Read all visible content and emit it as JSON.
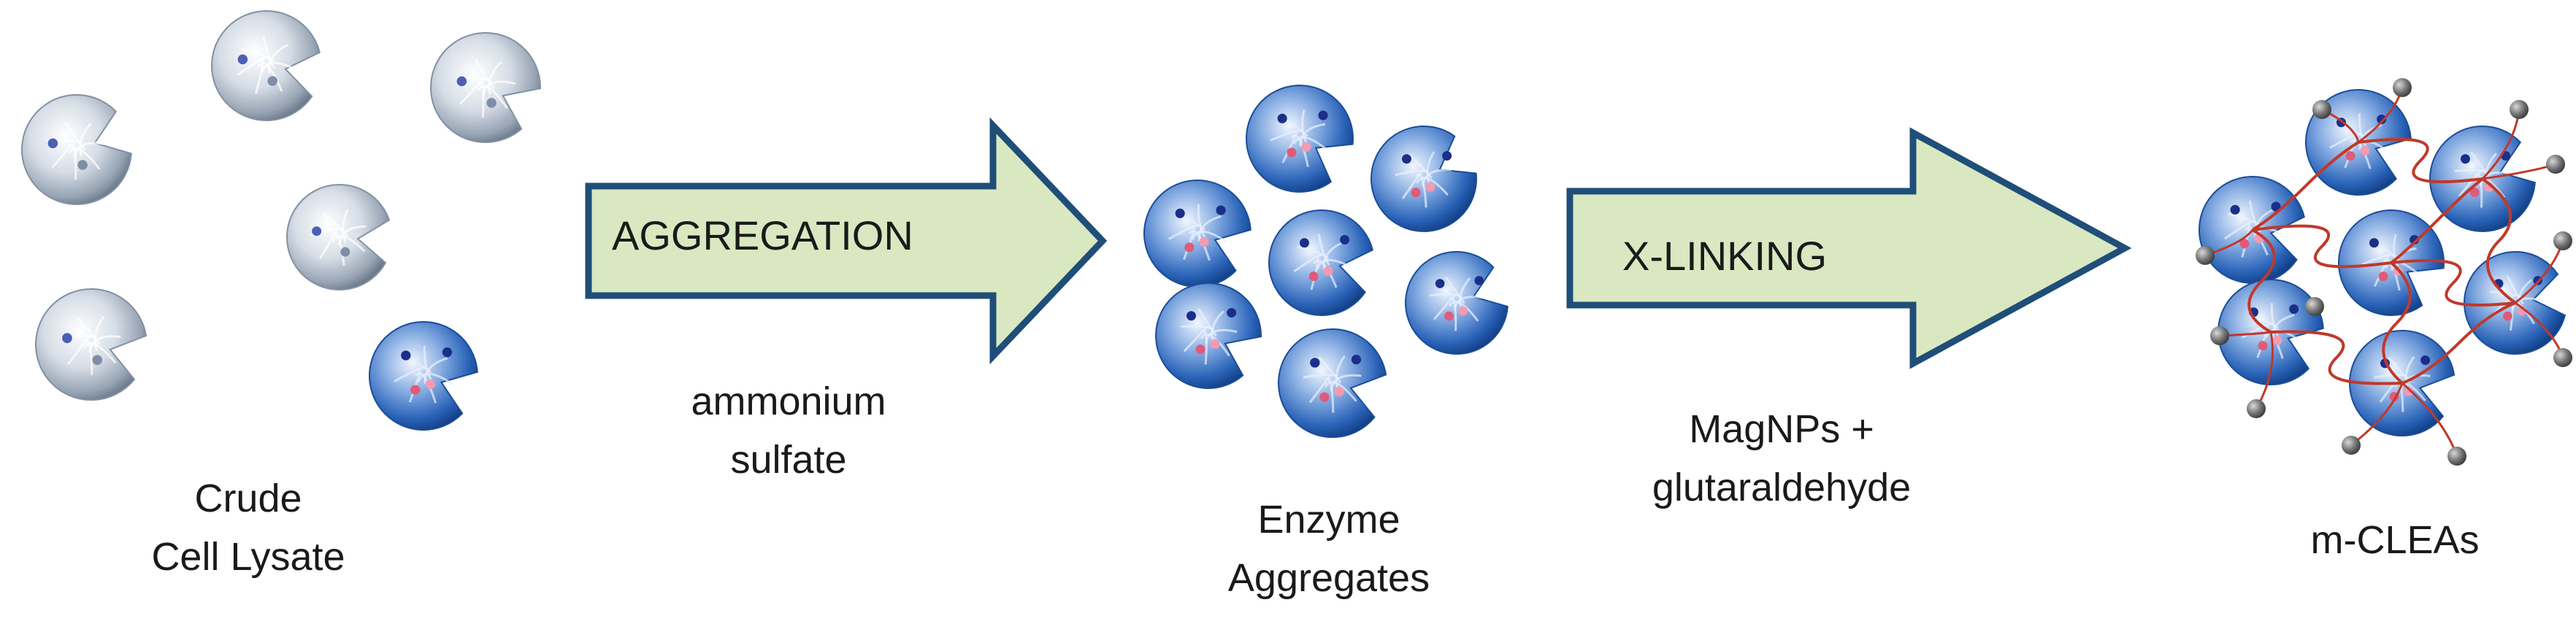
{
  "stages": {
    "crude": {
      "line1": "Crude",
      "line2": "Cell Lysate"
    },
    "aggregates": {
      "line1": "Enzyme",
      "line2": "Aggregates"
    },
    "mcleas": {
      "line1": "m-CLEAs"
    }
  },
  "arrows": {
    "aggregation": {
      "label": "AGGREGATION",
      "reagent1": "ammonium",
      "reagent2": "sulfate"
    },
    "xlinking": {
      "label": "X-LINKING",
      "reagent1": "MagNPs +",
      "reagent2": "glutaraldehyde"
    }
  },
  "colors": {
    "arrow_fill": "#d9e8c0",
    "arrow_stroke": "#1f4e79",
    "enzyme_blue": "#2a63b8",
    "lysate_grey": "#b9c2cc",
    "linker_red": "#c0392b",
    "magnp_grey": "#606060"
  }
}
